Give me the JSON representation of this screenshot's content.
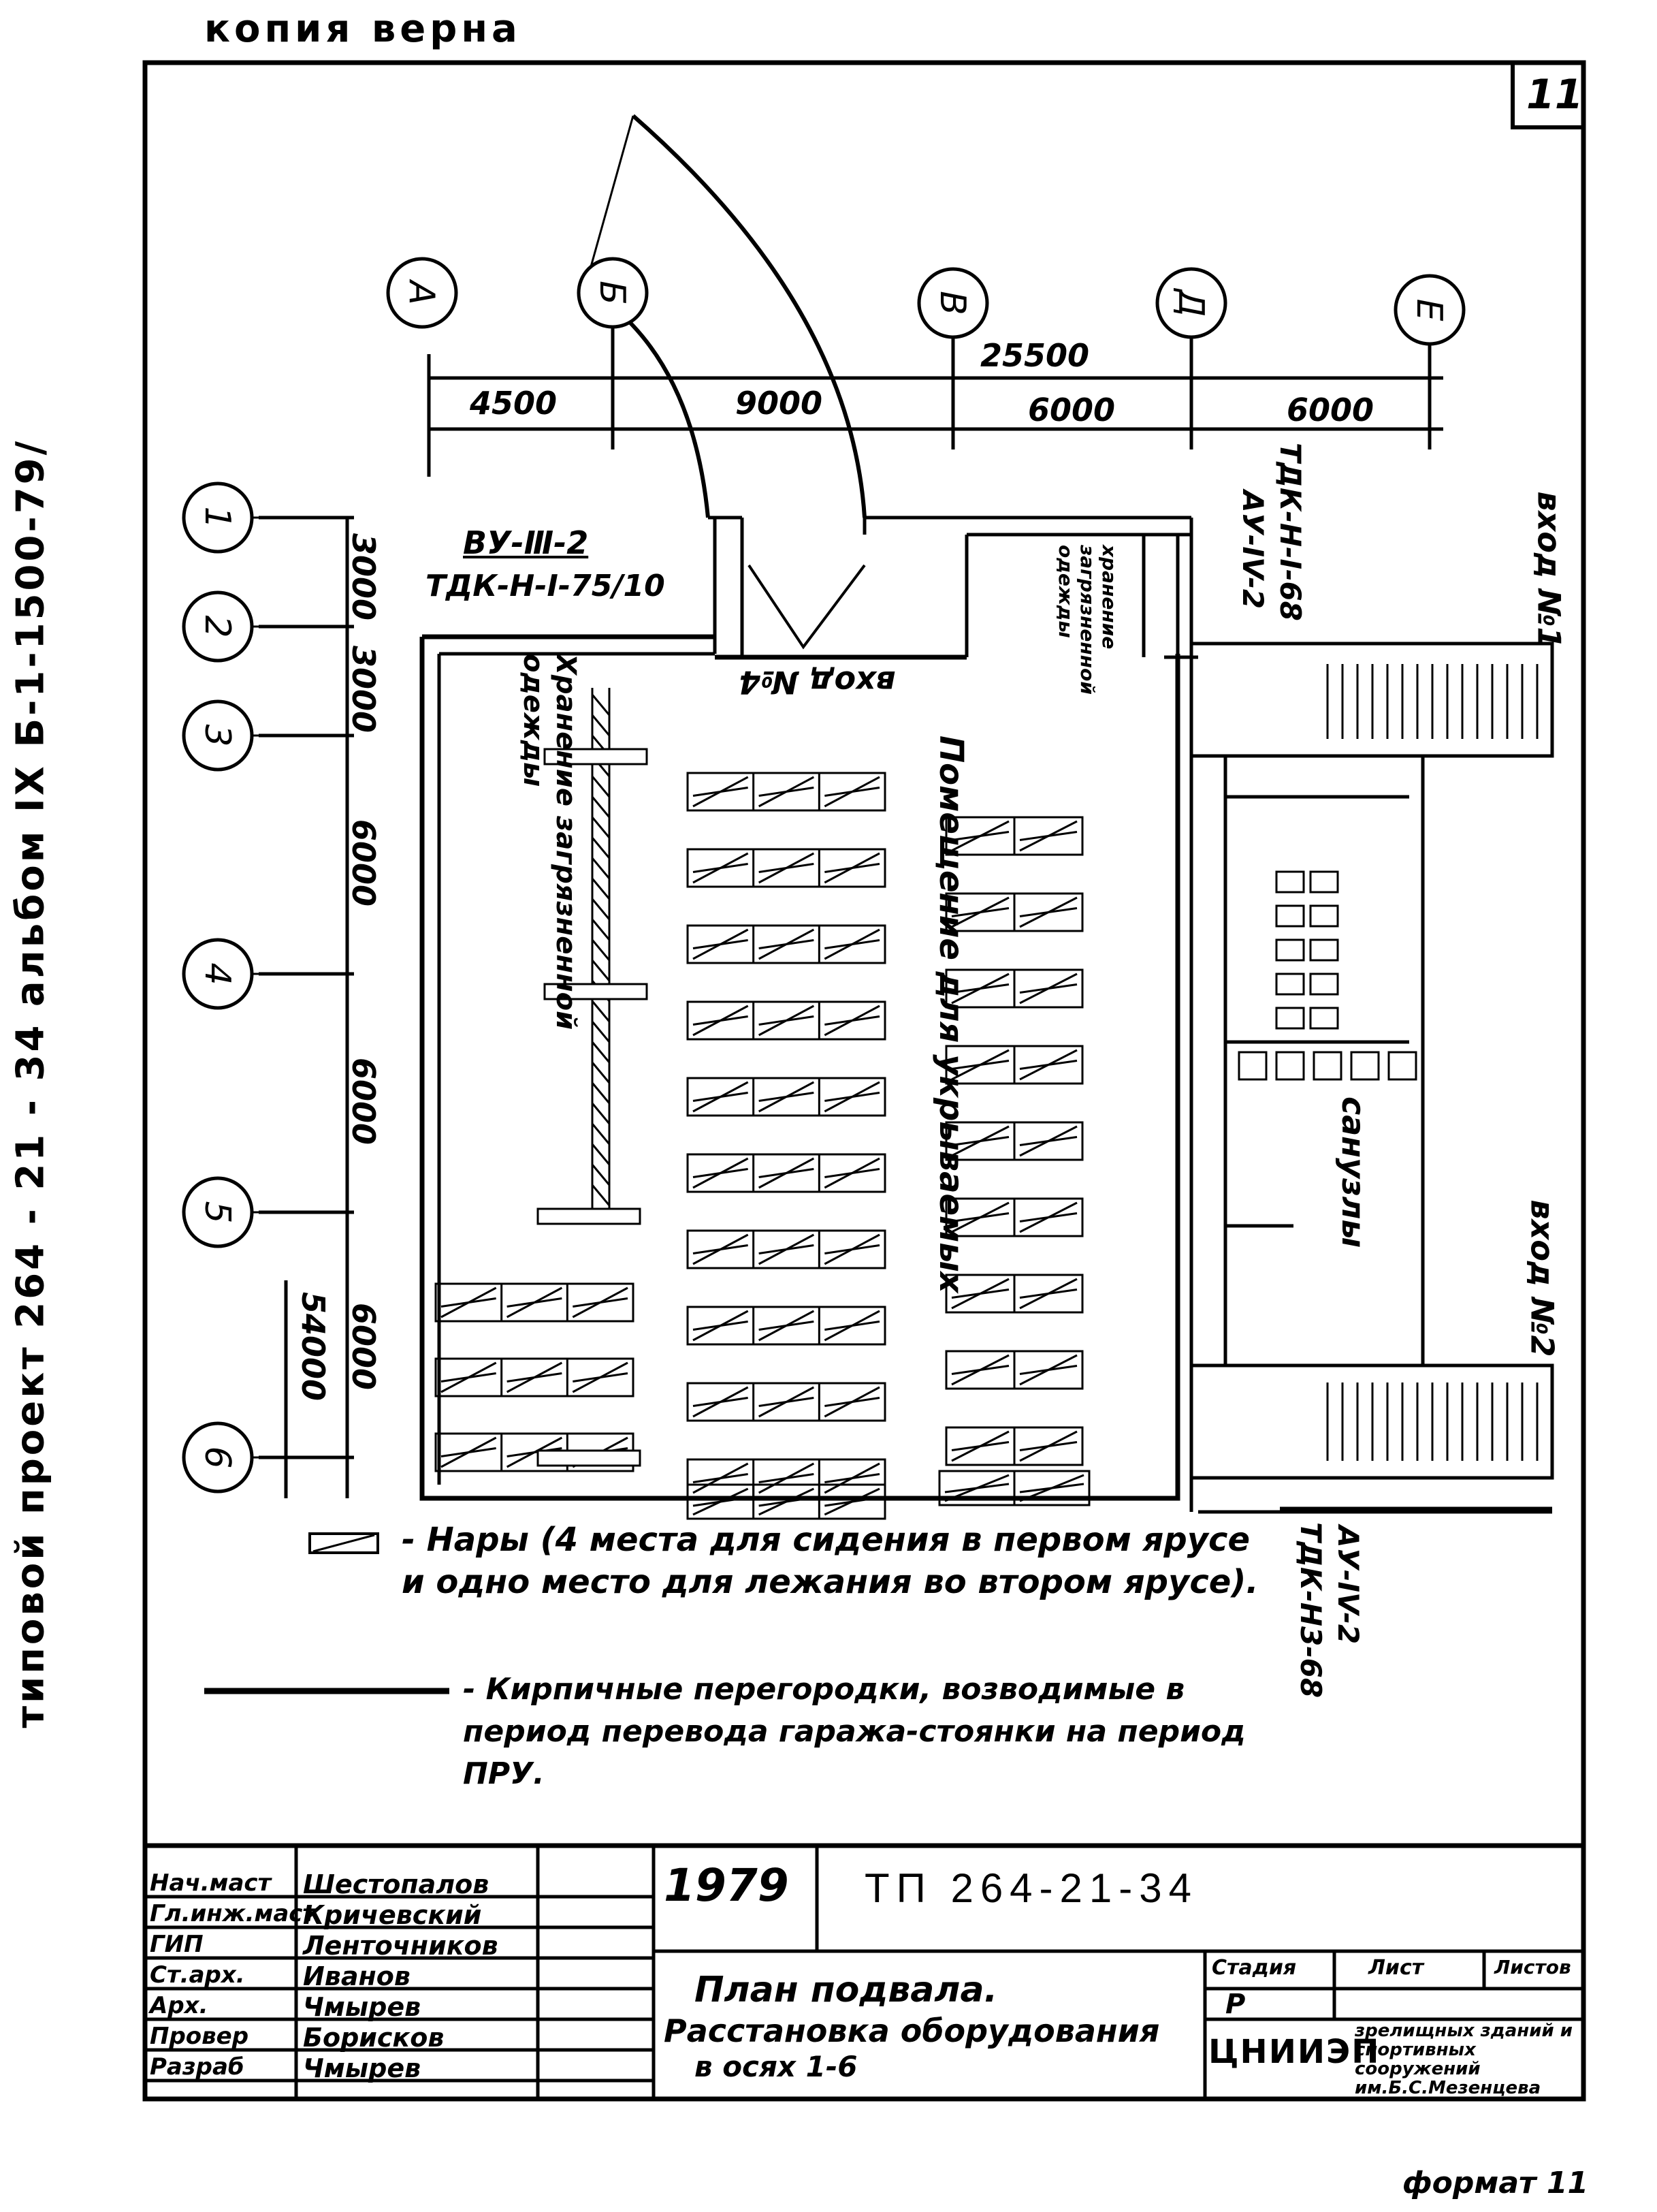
{
  "header": {
    "copy_note": "копия верна",
    "sheet_number": "11",
    "side_title": "типовой проект 264 - 21 - 34 альбом IX Б-1-1500-79/"
  },
  "axes": {
    "letters": [
      "А",
      "Б",
      "В",
      "Д",
      "Е"
    ],
    "numbers": [
      "1",
      "2",
      "3",
      "4",
      "5",
      "6"
    ]
  },
  "dimensions": {
    "total_horizontal": "25500",
    "horizontal": [
      "4500",
      "9000",
      "6000",
      "6000"
    ],
    "vertical": [
      "3000",
      "3000",
      "6000",
      "6000",
      "6000"
    ],
    "total_vertical": "54000"
  },
  "plan_labels": {
    "vu_top": "ВУ-Ⅲ-2",
    "vu_bottom": "ТДК-Н-I-75/10",
    "entry4": "вход №4",
    "entry1": "вход №1",
    "entry2": "вход №2",
    "au_top_line1": "АУ-IV-2",
    "au_top_line2": "ТДК-Н-I-68",
    "au_bot_line1": "АУ-IV-2",
    "au_bot_line2": "ТДК-Н3-68",
    "storage_room": "Хранение загрязненной одежды",
    "main_hall": "Помещение для укрываемых",
    "sanitary": "санузлы",
    "small_room": "хранение загрязненной одежды"
  },
  "legend": {
    "bunks": "- Нары (4 места для сидения в первом ярусе и одно место для лежания во втором ярусе).",
    "walls": "- Кирпичные перегородки, возводимые в период перевода гаража-стоянки на период ПРУ."
  },
  "stamp": {
    "year": "1979",
    "code": "ТП 264-21-34",
    "roles": [
      "Нач.маст",
      "Гл.инж.маст",
      "ГИП",
      "Ст.арх.",
      "Арх.",
      "Провер",
      "Разраб"
    ],
    "names": [
      "Шестопалов",
      "Кричевский",
      "Ленточников",
      "Иванов",
      "Чмырев",
      "Борисков",
      "Чмырев"
    ],
    "title_line1": "План подвала.",
    "title_line2": "Расстановка оборудования",
    "title_line3": "в осях 1-6",
    "col_stage": "Стадия",
    "col_sheet": "Лист",
    "col_sheets": "Листов",
    "stage_value": "Р",
    "org_logo": "ЦНИИЭП",
    "org_name": "зрелищных зданий и спортивных сооружений им.Б.С.Мезенцева"
  },
  "footer": {
    "format": "формат 11"
  }
}
